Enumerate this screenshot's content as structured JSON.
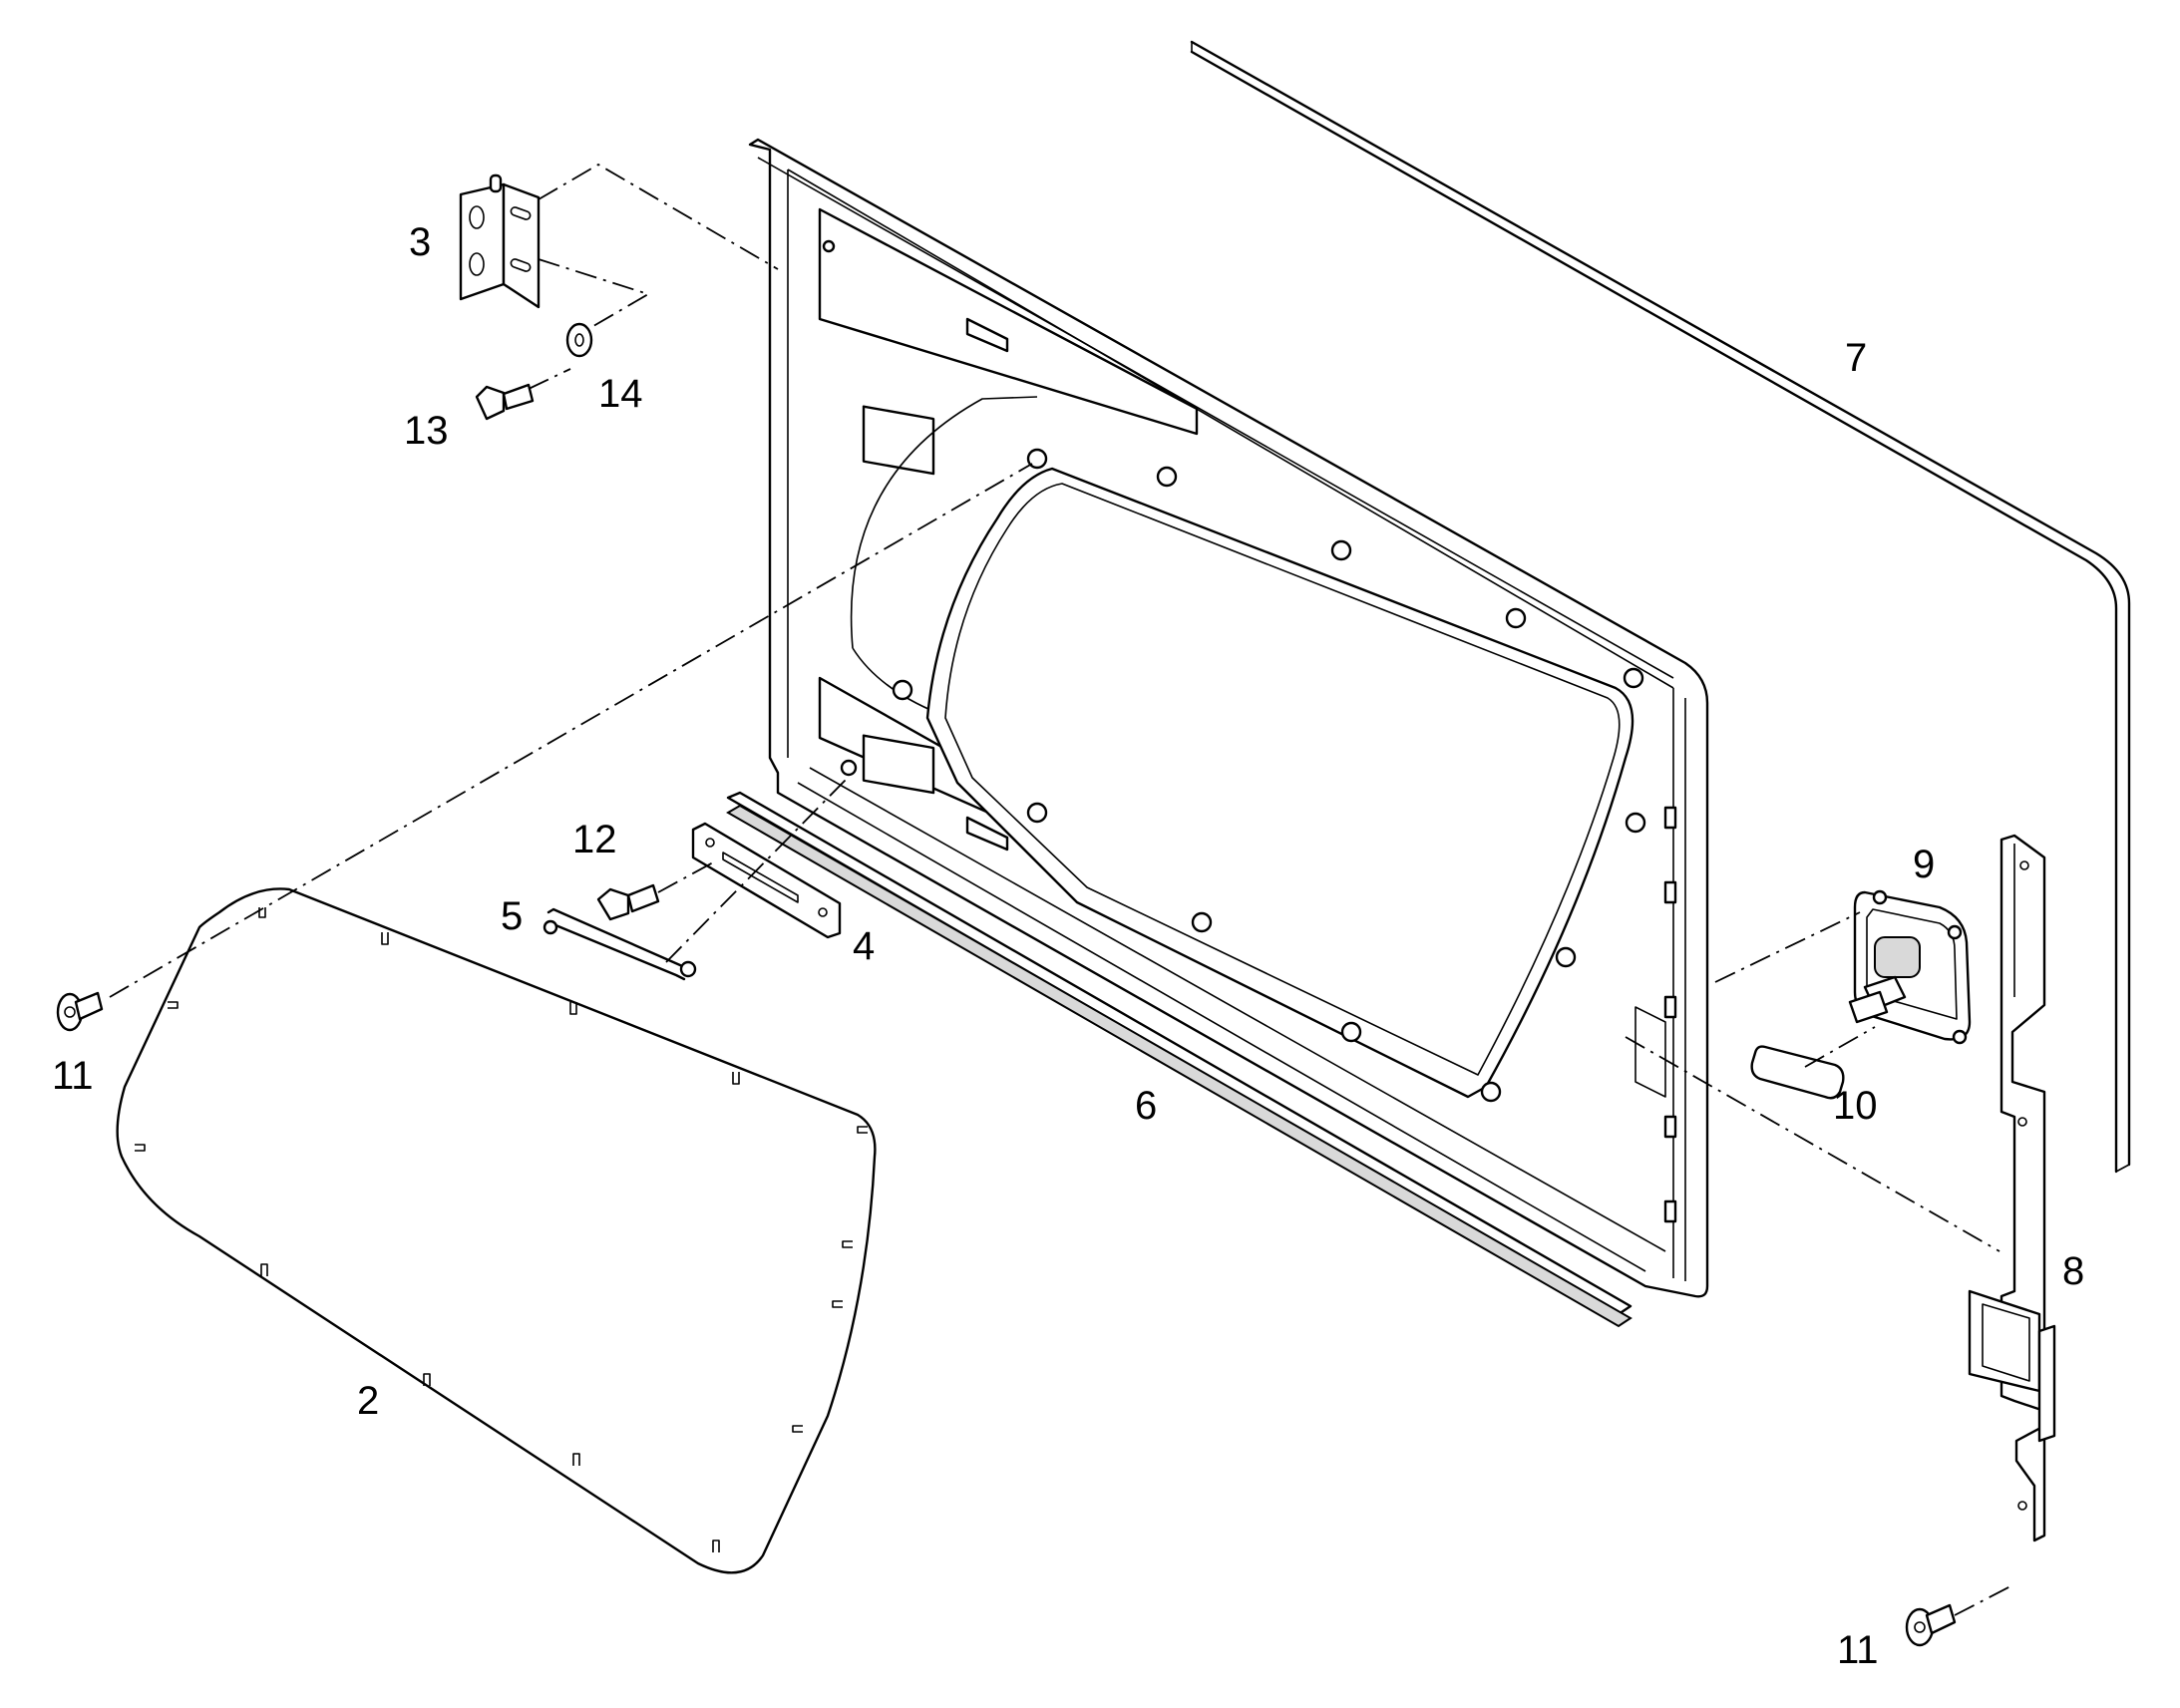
{
  "diagram": {
    "callouts": {
      "c2": "2",
      "c3": "3",
      "c4": "4",
      "c5": "5",
      "c6": "6",
      "c7": "7",
      "c8": "8",
      "c9": "9",
      "c10": "10",
      "c11a": "11",
      "c11b": "11",
      "c12": "12",
      "c13": "13",
      "c14": "14"
    },
    "colors": {
      "line": "#000000",
      "background": "#ffffff",
      "shade": "#d9d9d9"
    }
  }
}
